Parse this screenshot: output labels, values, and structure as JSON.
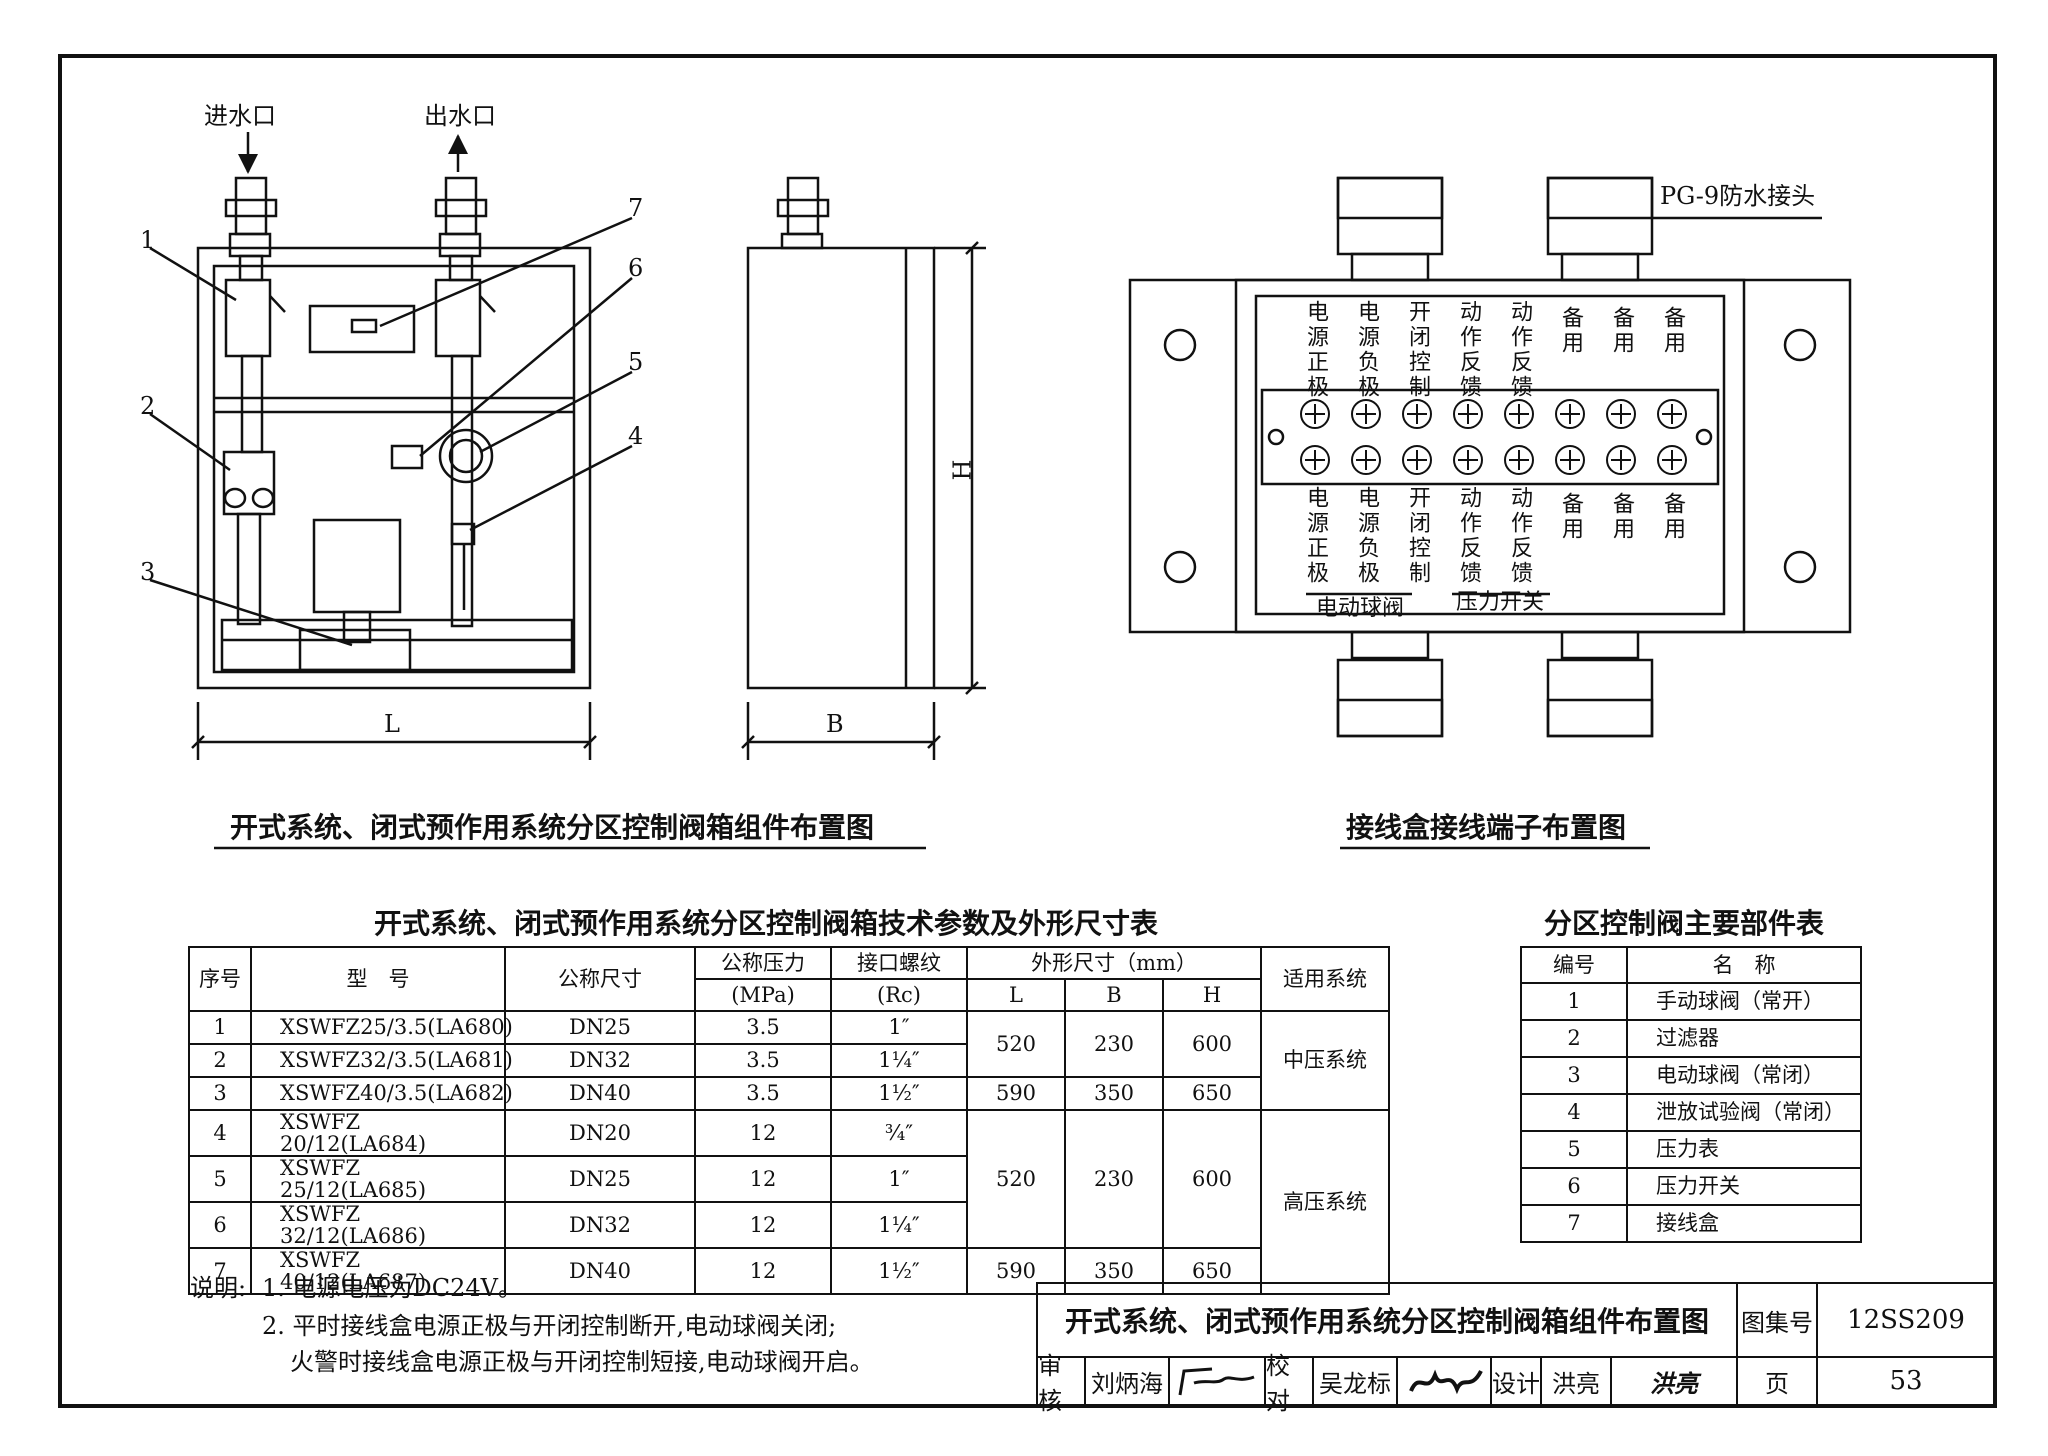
{
  "fig1": {
    "inlet_label": "进水口",
    "outlet_label": "出水口",
    "callouts": [
      "1",
      "2",
      "3",
      "4",
      "5",
      "6",
      "7"
    ],
    "dim_L": "L",
    "dim_B": "B",
    "dim_H": "H",
    "caption": "开式系统、闭式预作用系统分区控制阀箱组件布置图"
  },
  "fig2": {
    "pg9_label": "PG-9防水接头",
    "top_terminals": [
      "电源正极",
      "电源负极",
      "开闭控制",
      "动作反馈",
      "动作反馈",
      "备用",
      "备用",
      "备用"
    ],
    "bottom_terminals": [
      "电源正极",
      "电源负极",
      "开闭控制",
      "动作反馈",
      "动作反馈",
      "备用",
      "备用",
      "备用"
    ],
    "group_electric_valve": "电动球阀",
    "group_pressure_switch": "压力开关",
    "caption": "接线盒接线端子布置图"
  },
  "params_table": {
    "title": "开式系统、闭式预作用系统分区控制阀箱技术参数及外形尺寸表",
    "headers": {
      "seq": "序号",
      "model": "型　号",
      "nominal_size": "公称尺寸",
      "pressure": "公称压力",
      "pressure_unit": "(MPa)",
      "thread": "接口螺纹",
      "thread_unit": "(Rc)",
      "dims": "外形尺寸（mm）",
      "L": "L",
      "B": "B",
      "H": "H",
      "system": "适用系统"
    },
    "rows": [
      {
        "seq": "1",
        "model": "XSWFZ25/3.5(LA680)",
        "size": "DN25",
        "pressure": "3.5",
        "thread": "1″"
      },
      {
        "seq": "2",
        "model": "XSWFZ32/3.5(LA681)",
        "size": "DN32",
        "pressure": "3.5",
        "thread": "1¼″"
      },
      {
        "seq": "3",
        "model": "XSWFZ40/3.5(LA682)",
        "size": "DN40",
        "pressure": "3.5",
        "thread": "1½″"
      },
      {
        "seq": "4",
        "model": "XSWFZ 20/12(LA684)",
        "size": "DN20",
        "pressure": "12",
        "thread": "¾″"
      },
      {
        "seq": "5",
        "model": "XSWFZ 25/12(LA685)",
        "size": "DN25",
        "pressure": "12",
        "thread": "1″"
      },
      {
        "seq": "6",
        "model": "XSWFZ 32/12(LA686)",
        "size": "DN32",
        "pressure": "12",
        "thread": "1¼″"
      },
      {
        "seq": "7",
        "model": "XSWFZ 40/12(LA687)",
        "size": "DN40",
        "pressure": "12",
        "thread": "1½″"
      }
    ],
    "dim_groups": [
      {
        "L": "520",
        "B": "230",
        "H": "600"
      },
      {
        "L": "590",
        "B": "350",
        "H": "650"
      },
      {
        "L": "520",
        "B": "230",
        "H": "600"
      },
      {
        "L": "590",
        "B": "350",
        "H": "650"
      }
    ],
    "systems": [
      "中压系统",
      "高压系统"
    ]
  },
  "parts_table": {
    "title": "分区控制阀主要部件表",
    "headers": {
      "no": "编号",
      "name": "名　称"
    },
    "rows": [
      {
        "no": "1",
        "name": "手动球阀（常开）"
      },
      {
        "no": "2",
        "name": "过滤器"
      },
      {
        "no": "3",
        "name": "电动球阀（常闭）"
      },
      {
        "no": "4",
        "name": "泄放试验阀（常闭）"
      },
      {
        "no": "5",
        "name": "压力表"
      },
      {
        "no": "6",
        "name": "压力开关"
      },
      {
        "no": "7",
        "name": "接线盒"
      }
    ]
  },
  "notes": {
    "label": "说明:",
    "items": [
      "1. 电源电压为DC24V。",
      "2. 平时接线盒电源正极与开闭控制断开,电动球阀关闭;",
      "火警时接线盒电源正极与开闭控制短接,电动球阀开启。"
    ]
  },
  "title_block": {
    "title": "开式系统、闭式预作用系统分区控制阀箱组件布置图",
    "atlas_label": "图集号",
    "atlas_no": "12SS209",
    "review_label": "审核",
    "reviewer": "刘炳海",
    "check_label": "校对",
    "checker": "吴龙标",
    "design_label": "设计",
    "designer": "洪亮",
    "designer_signature": "洪亮",
    "page_label": "页",
    "page_no": "53"
  }
}
